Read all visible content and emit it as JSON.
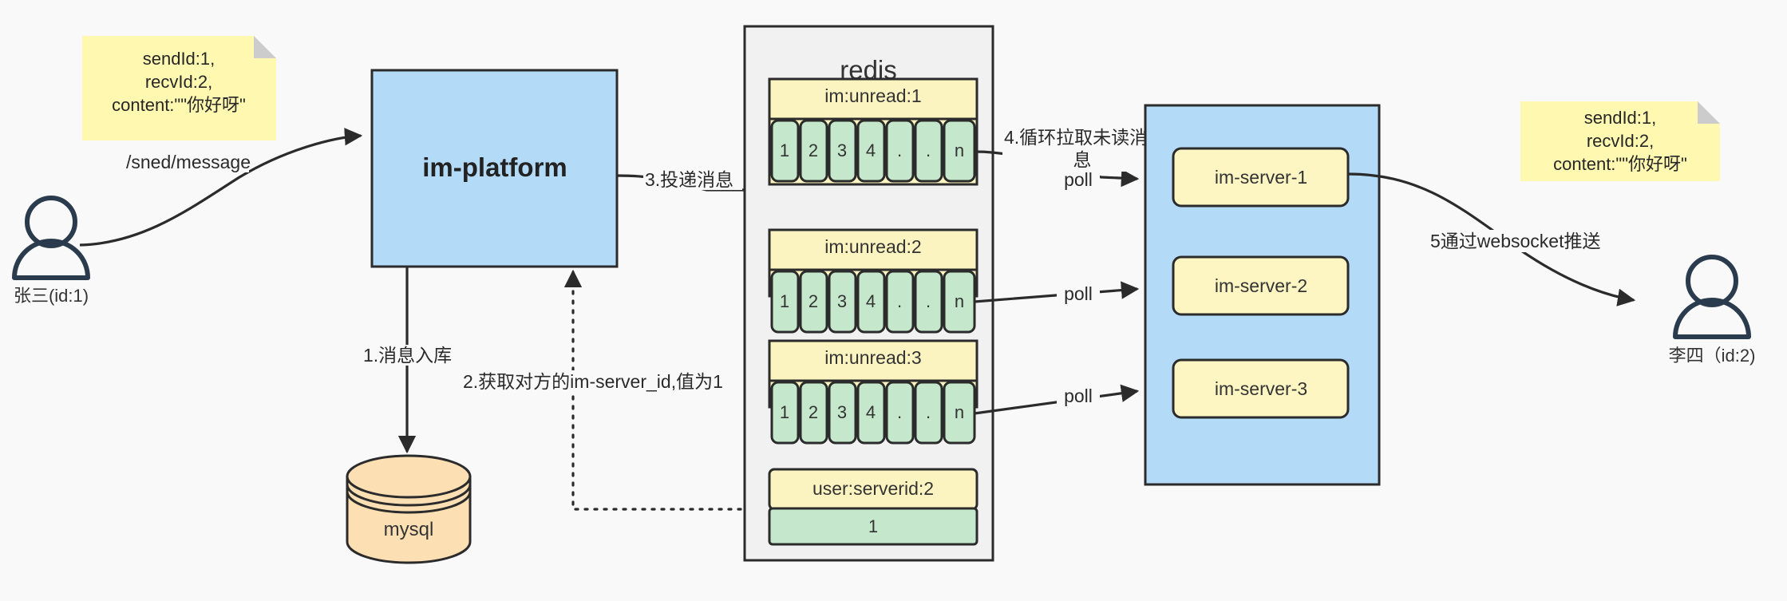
{
  "diagram": {
    "title": "IM message delivery architecture",
    "background": "#f9f9f9"
  },
  "colors": {
    "note_yellow": "#FFF8B0",
    "note_fold": "#CCCCCC",
    "block_blue": "#B3DBF7",
    "key_yellow": "#FCF4C0",
    "cell_green": "#C5E8CC",
    "server_yellow": "#FDF6C3",
    "db_orange": "#FDDFB4",
    "stroke": "#2b2b2b",
    "redis_panel": "#f1f1f1"
  },
  "left_note": {
    "name": "message-payload-note",
    "lines": [
      "sendId:1,",
      "recvId:2,",
      "content:\"\"你好呀\""
    ]
  },
  "right_note": {
    "name": "message-payload-note",
    "lines": [
      "sendId:1,",
      "recvId:2,",
      "content:\"\"你好呀\""
    ]
  },
  "sender": {
    "icon": "person-icon",
    "label": "张三(id:1)"
  },
  "receiver": {
    "icon": "person-icon",
    "label": "李四（id:2)"
  },
  "platform": {
    "label": "im-platform"
  },
  "database": {
    "label": "mysql"
  },
  "redis": {
    "title": "redis",
    "lists": [
      {
        "key": "im:unread:1",
        "cells": [
          "1",
          "2",
          "3",
          "4",
          ".",
          ".",
          "n"
        ]
      },
      {
        "key": "im:unread:2",
        "cells": [
          "1",
          "2",
          "3",
          "4",
          ".",
          ".",
          "n"
        ]
      },
      {
        "key": "im:unread:3",
        "cells": [
          "1",
          "2",
          "3",
          "4",
          ".",
          ".",
          "n"
        ]
      }
    ],
    "kv": {
      "key": "user:serverid:2",
      "value": "1"
    }
  },
  "im_servers": {
    "items": [
      {
        "label": "im-server-1"
      },
      {
        "label": "im-server-2"
      },
      {
        "label": "im-server-3"
      }
    ]
  },
  "edges": {
    "send_message": "/sned/message",
    "step1": "1.消息入库",
    "step2": "2.获取对方的im-server_id,值为1",
    "step3": "3.投递消息",
    "step4_line1": "4.循环拉取未读消",
    "step4_line2": "息",
    "poll_1": "poll",
    "poll_2": "poll",
    "poll_3": "poll",
    "step5": "5通过websocket推送"
  }
}
